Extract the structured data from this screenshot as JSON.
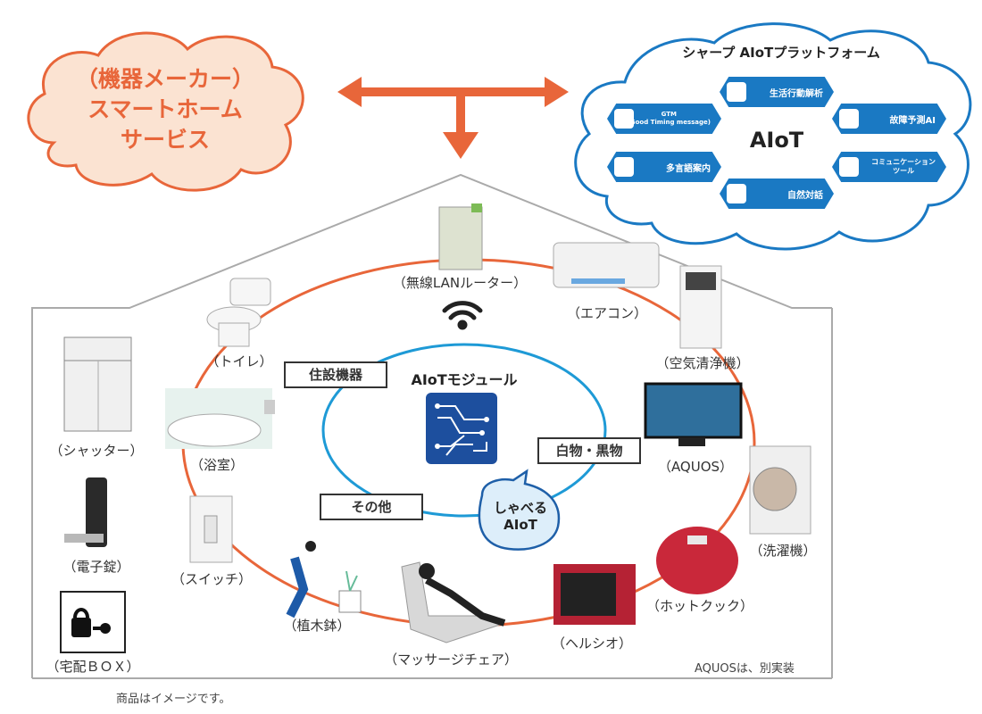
{
  "maker_cloud": {
    "text": "（機器メーカー）\nスマートホーム\nサービス"
  },
  "platform": {
    "title": "シャープ AIoTプラットフォーム",
    "center": "AIoT",
    "items": [
      {
        "label": "生活行動解析",
        "icon": "person-icon"
      },
      {
        "label": "GTM\n(Good Timing message)",
        "icon": "person-info-icon"
      },
      {
        "label": "故障予測AI",
        "icon": "head-gear-icon"
      },
      {
        "label": "多言語案内",
        "icon": "traveler-icon"
      },
      {
        "label": "コミュニケーション\nツール",
        "icon": "phone-icon"
      },
      {
        "label": "自然対話",
        "icon": "chat-icon"
      }
    ]
  },
  "module": {
    "title": "AIoTモジュール",
    "speech": "しゃべる\nAIoT"
  },
  "categories": {
    "housing": "住設機器",
    "white_black": "白物・黒物",
    "other": "その他"
  },
  "devices": {
    "router": "（無線LANルーター）",
    "aircon": "（エアコン）",
    "air_purifier": "（空気清浄機）",
    "aquos": "（AQUOS）",
    "washer": "（洗濯機）",
    "hotcook": "（ホットクック）",
    "healsio": "（ヘルシオ）",
    "massage": "（マッサージチェア）",
    "planter": "（植木鉢）",
    "switch": "（スイッチ）",
    "bath": "（浴室）",
    "toilet": "（トイレ）",
    "shutter": "（シャッター）",
    "lock": "（電子錠）",
    "box": "（宅配ＢＯＸ）"
  },
  "notes": {
    "aquos_note": "AQUOSは、別実装",
    "image_note": "商品はイメージです。"
  },
  "colors": {
    "orange": "#e8663a",
    "cloud_fill": "#fbe3d2",
    "blue": "#1a79c3",
    "ring_blue": "#1e9ad6",
    "ring_orange": "#e8663a"
  }
}
